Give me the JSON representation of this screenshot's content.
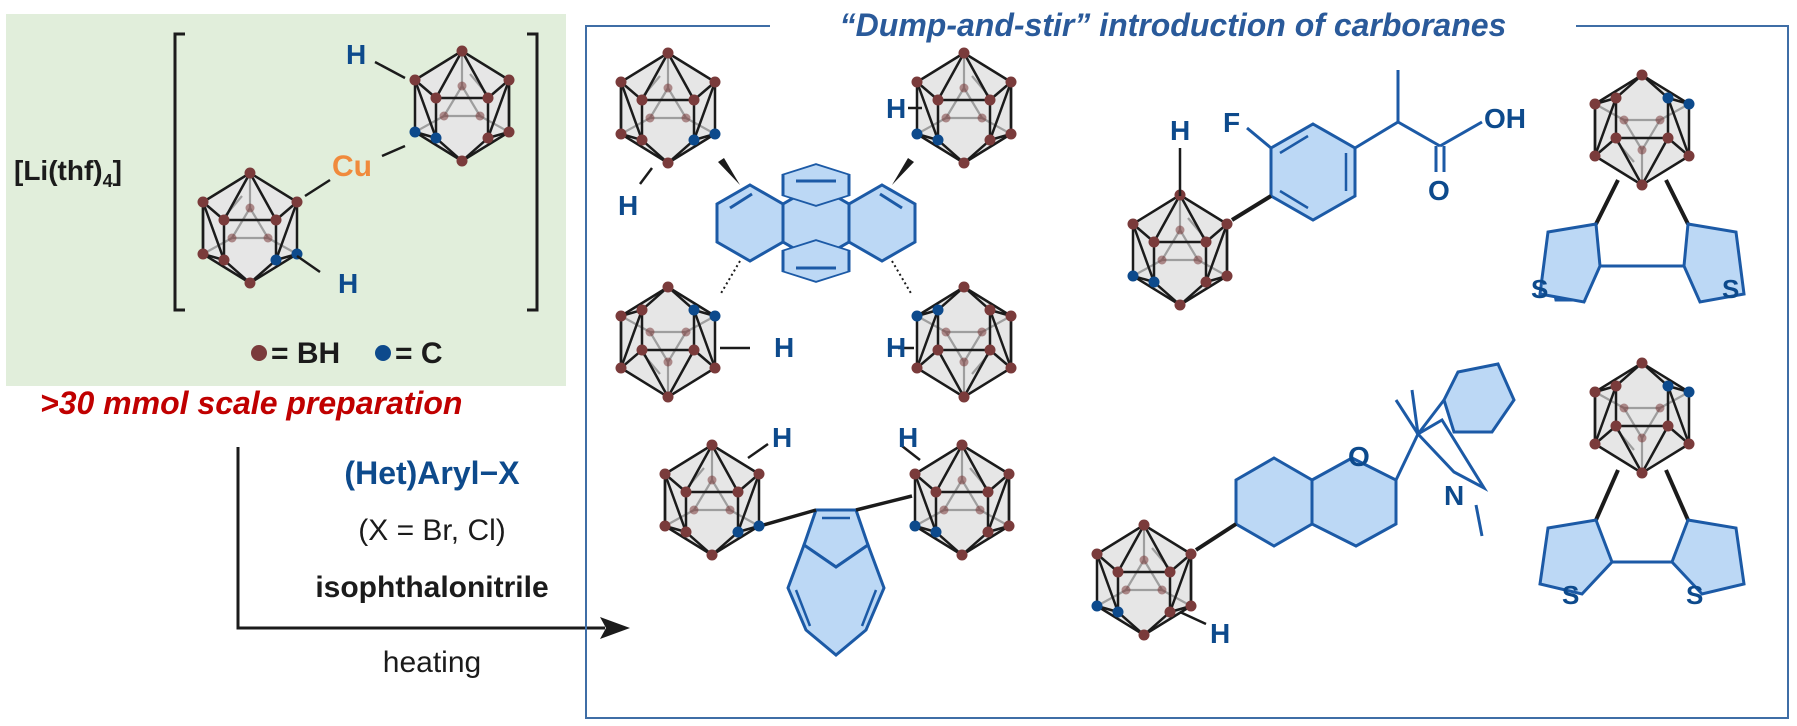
{
  "reagent": {
    "cation": "[Li(thf)",
    "cation_sub": "4",
    "cation_close": "]",
    "metal": "Cu",
    "h": "H"
  },
  "legend": {
    "bh_label": "= BH",
    "c_label": "= C"
  },
  "scale_note": ">30 mmol scale preparation",
  "conditions": {
    "reagent": "(Het)Aryl−X",
    "halides": "(X = Br, Cl)",
    "additive": "isophthalonitrile",
    "process": "heating"
  },
  "box_title": "“Dump-and-stir” introduction of carboranes",
  "atoms": {
    "H": "H",
    "F": "F",
    "OH": "OH",
    "O": "O",
    "S": "S",
    "N": "N"
  },
  "colors": {
    "blue": "#0d4a8c",
    "aryl_fill": "#bcd8f5",
    "aryl_stroke": "#1c5aa6",
    "boron": "#7a3b3b",
    "red": "#c00000",
    "copper": "#f08a3c",
    "panel_green": "#e1eedb",
    "box_border": "#3f6ea6",
    "cage_fill": "#e6e6e6"
  }
}
